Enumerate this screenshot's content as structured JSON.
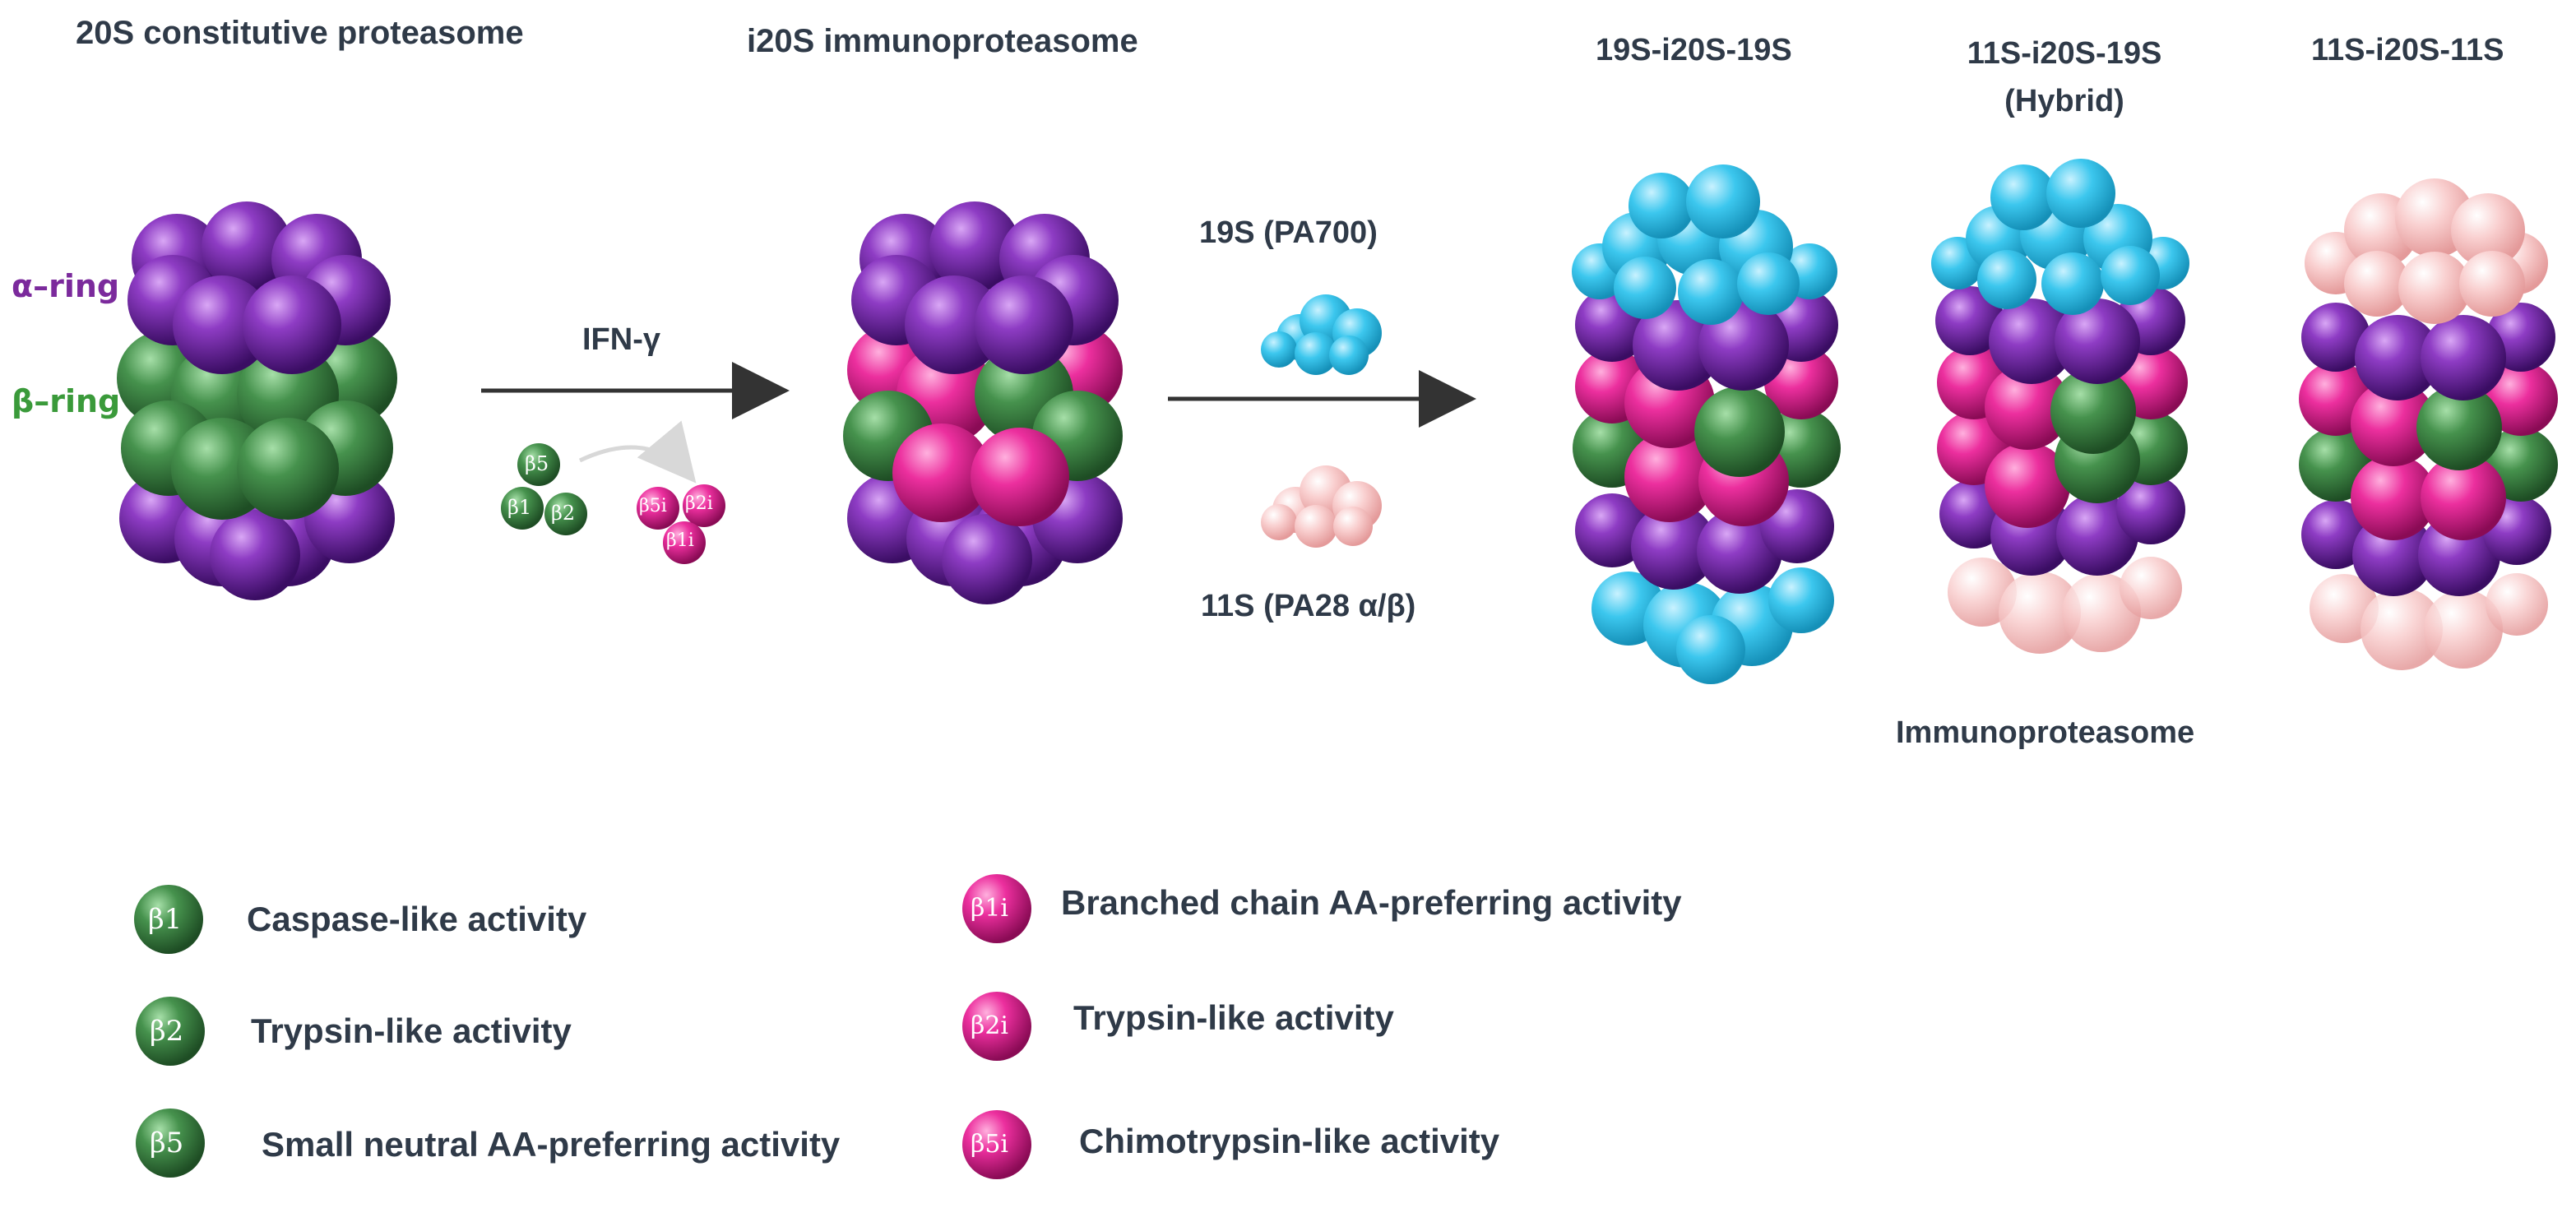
{
  "titles": {
    "constitutive": "20S constitutive proteasome",
    "immuno": "i20S immunoproteasome",
    "cap19_i20_19": "19S-i20S-19S",
    "cap11_i20_19": "11S-i20S-19S",
    "hybrid": "(Hybrid)",
    "cap11_i20_11": "11S-i20S-11S",
    "immunoproteasome_footer": "Immunoproteasome"
  },
  "ring_labels": {
    "alpha": "α–ring",
    "beta": "β–ring"
  },
  "arrows": {
    "ifn": "IFN-γ",
    "cap19": "19S (PA700)",
    "cap11": "11S (PA28 α/β)"
  },
  "subunits": {
    "b5": "β5",
    "b1": "β1",
    "b2": "β2",
    "b5i": "β5i",
    "b2i": "β2i",
    "b1i": "β1i"
  },
  "legend": [
    {
      "symbol": "β1",
      "text": "Caspase-like activity",
      "color": "#3f8f3f"
    },
    {
      "symbol": "β2",
      "text": "Trypsin-like activity",
      "color": "#3f8f3f"
    },
    {
      "symbol": "β5",
      "text": "Small neutral AA-preferring activity",
      "color": "#3f8f3f"
    },
    {
      "symbol": "β1i",
      "text": "Branched chain AA-preferring activity",
      "color": "#e0208c"
    },
    {
      "symbol": "β2i",
      "text": "Trypsin-like activity",
      "color": "#e0208c"
    },
    {
      "symbol": "β5i",
      "text": "Chimotrypsin-like activity",
      "color": "#e0208c"
    }
  ],
  "colors": {
    "alpha": "#7d2fb0",
    "beta_constitutive": "#3f8f4a",
    "beta_immuno": "#e6289a",
    "cap19": "#38c4ea",
    "cap11": "#f7c4c4"
  }
}
